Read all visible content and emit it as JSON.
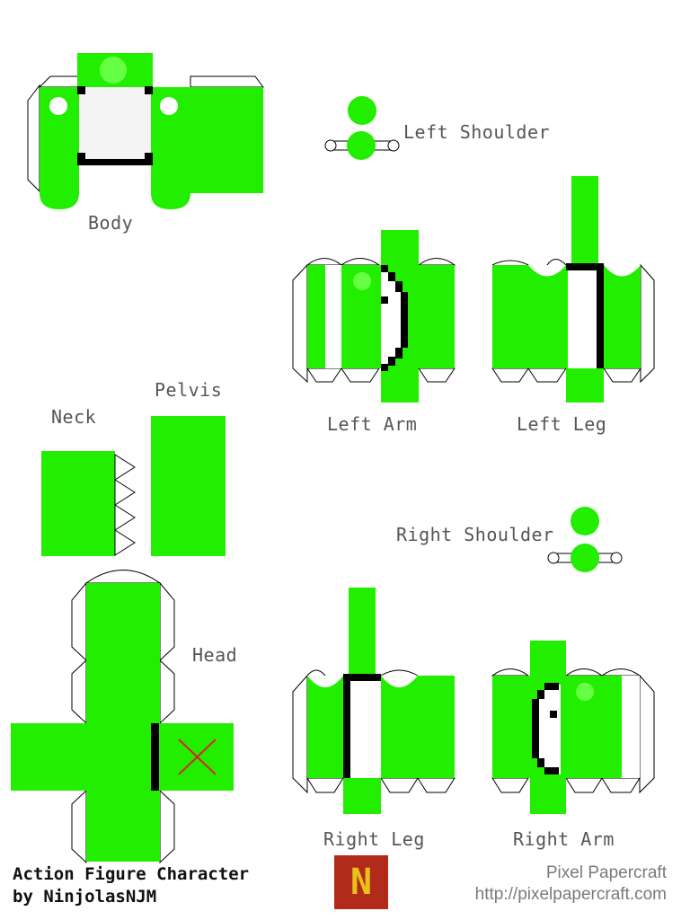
{
  "labels": {
    "body": "Body",
    "left_shoulder": "Left Shoulder",
    "left_arm": "Left Arm",
    "left_leg": "Left Leg",
    "neck": "Neck",
    "pelvis": "Pelvis",
    "head": "Head",
    "right_shoulder": "Right Shoulder",
    "right_leg": "Right Leg",
    "right_arm": "Right Arm"
  },
  "credit": {
    "line1": "Action Figure Character",
    "line2": "by NinjolasNJM"
  },
  "brand": {
    "logo_letter": "N",
    "name": "Pixel Papercraft",
    "url": "http://pixelpapercraft.com"
  },
  "colors": {
    "green": "#22ee00",
    "light_green": "#66ff44",
    "outline": "#000000",
    "tab_fill": "#ffffff",
    "x_mark": "#dd2222"
  }
}
